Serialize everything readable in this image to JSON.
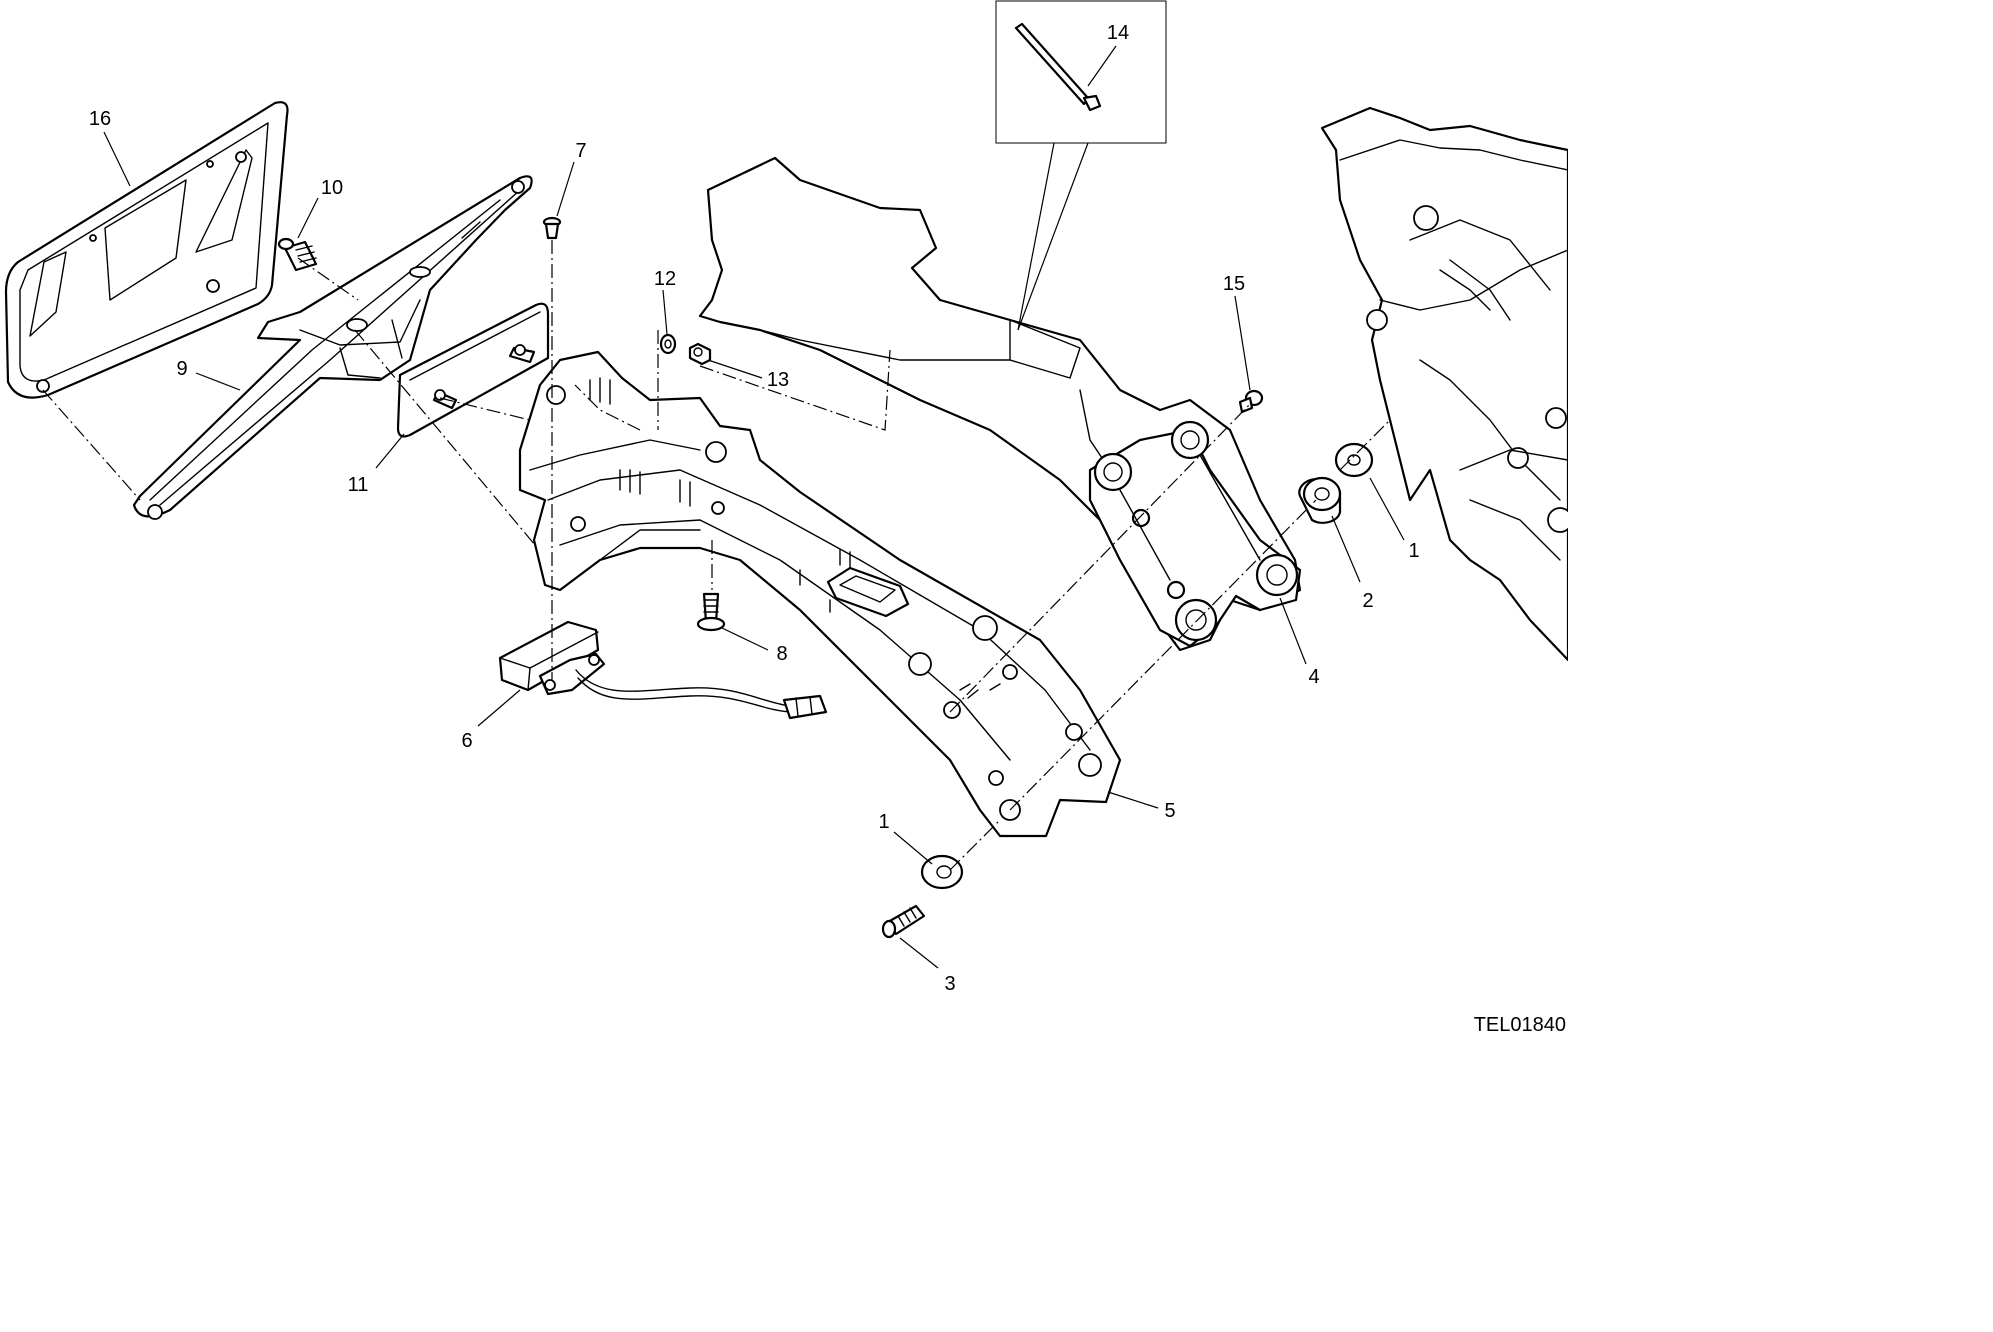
{
  "drawing_code": "TEL01840",
  "callouts": [
    {
      "id": "c16",
      "label": "16"
    },
    {
      "id": "c10",
      "label": "10"
    },
    {
      "id": "c9",
      "label": "9"
    },
    {
      "id": "c11",
      "label": "11"
    },
    {
      "id": "c7",
      "label": "7"
    },
    {
      "id": "c12",
      "label": "12"
    },
    {
      "id": "c13",
      "label": "13"
    },
    {
      "id": "c14",
      "label": "14"
    },
    {
      "id": "c15",
      "label": "15"
    },
    {
      "id": "c8",
      "label": "8"
    },
    {
      "id": "c6",
      "label": "6"
    },
    {
      "id": "c1a",
      "label": "1"
    },
    {
      "id": "c2",
      "label": "2"
    },
    {
      "id": "c4",
      "label": "4"
    },
    {
      "id": "c1b",
      "label": "1"
    },
    {
      "id": "c5",
      "label": "5"
    },
    {
      "id": "c3",
      "label": "3"
    }
  ]
}
